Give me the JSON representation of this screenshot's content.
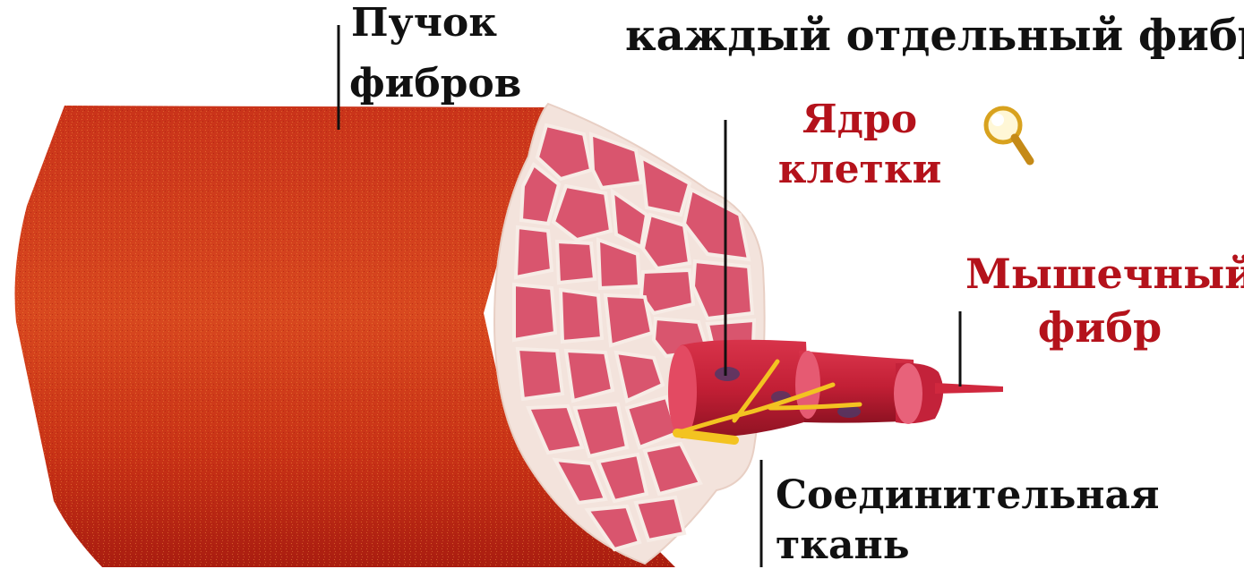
{
  "labels": {
    "top_partial": "каждый отдельный фибр.",
    "bundle_line1": "Пучок",
    "bundle_line2": "фибров",
    "nucleus_line1": "Ядро",
    "nucleus_line2": "клетки",
    "fiber_line1": "Мышечный",
    "fiber_line2": "фибр",
    "tissue_line1": "Соединительная",
    "tissue_line2": "ткань"
  },
  "colors": {
    "muscle_dark": "#b8270f",
    "muscle_light": "#e0552a",
    "fascicle_pink": "#d9556e",
    "connective": "#f3e3dc",
    "nerve_yellow": "#f3c321",
    "red_label": "#b4121b"
  },
  "icons": {
    "zoom": "magnifier-icon"
  }
}
